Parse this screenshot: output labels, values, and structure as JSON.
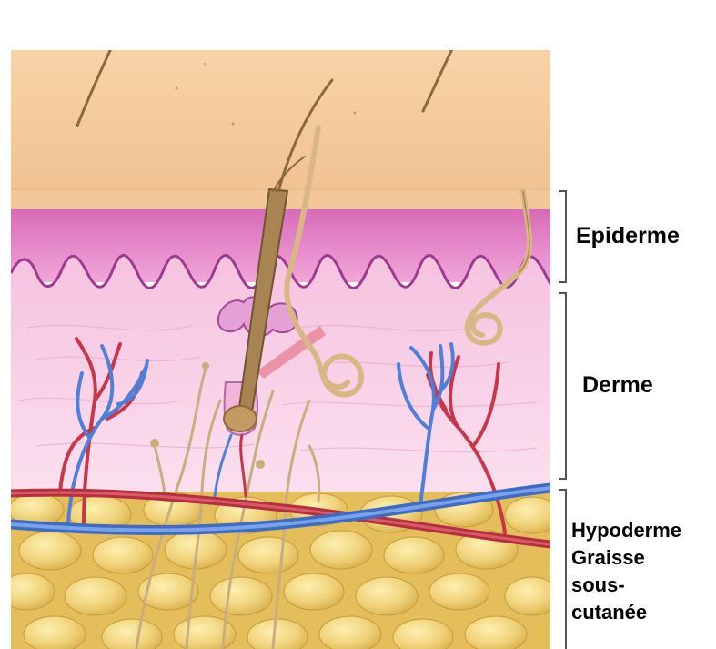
{
  "labels": {
    "epiderme": "Epiderme",
    "derme": "Derme",
    "hypoderme_lines": [
      "Hypoderme",
      "Graisse",
      "sous-",
      "cutanée"
    ]
  },
  "colors": {
    "surface": "#f4c89b",
    "epidermis": "#e27ec4",
    "dermis": "#f8cde6",
    "basement_line": "#9b3a8e",
    "fat": "#e8c45c",
    "artery": "#c8364a",
    "vein": "#4f7fd6",
    "hair": "#8a6a3c",
    "nerve": "#c9ad7e",
    "bracket": "#555555",
    "text": "#000000"
  },
  "icons": [
    "hair-icon",
    "sweat-gland-icon",
    "sebaceous-gland-icon",
    "blood-vessel-icon",
    "nerve-icon"
  ]
}
